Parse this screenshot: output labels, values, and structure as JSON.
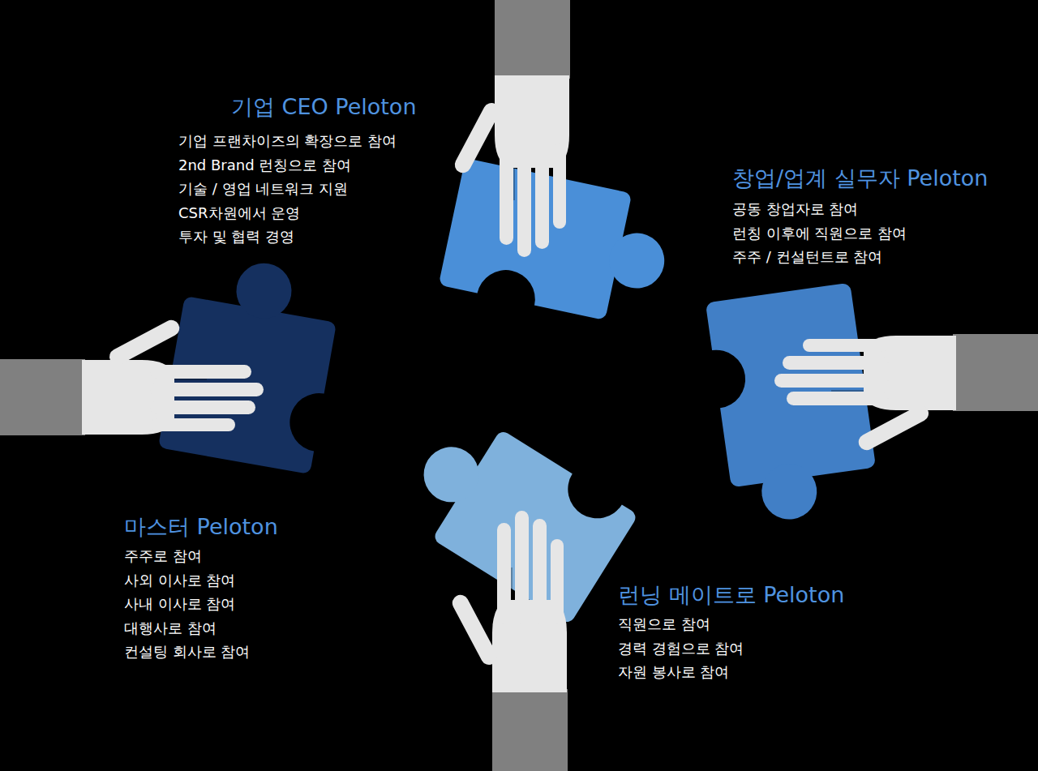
{
  "diagram": {
    "labels": [
      "기업 CEO Peloton",
      "기업 프랜차이즈의 확장으로 참여",
      "2nd Brand 런칭으로 참여",
      "기술 / 영업 네트워크 지원",
      "CSR차원에서 운영",
      "투자 및 협력 경영",
      "창업/업계 실무자 Peloton",
      "공동 창업자로 참여",
      "런칭 이후에 직원으로 참여",
      "주주 / 컨설턴트로 참여",
      "마스터 Peloton",
      "주주로 참여",
      "사외 이사로 참여",
      "사내 이사로 참여",
      "대행사로 참여",
      "컨설팅 회사로 참여",
      "런닝 메이트로 Peloton",
      "직원으로 참여",
      "경력 경험으로 참여",
      "자원 봉사로 참여"
    ]
  }
}
